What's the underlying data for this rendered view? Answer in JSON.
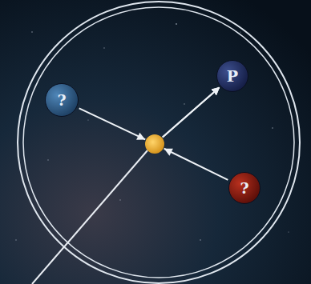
{
  "diagram": {
    "nodes": [
      {
        "text": [
          "?"
        ]
      },
      {
        "text": [
          "P"
        ]
      },
      {
        "text": [
          "?"
        ]
      }
    ],
    "edges": [
      {
        "from": 0,
        "to": 1,
        "arrow": "to"
      },
      {
        "from": 2,
        "to": 1,
        "arrow": "to"
      }
    ]
  }
}
